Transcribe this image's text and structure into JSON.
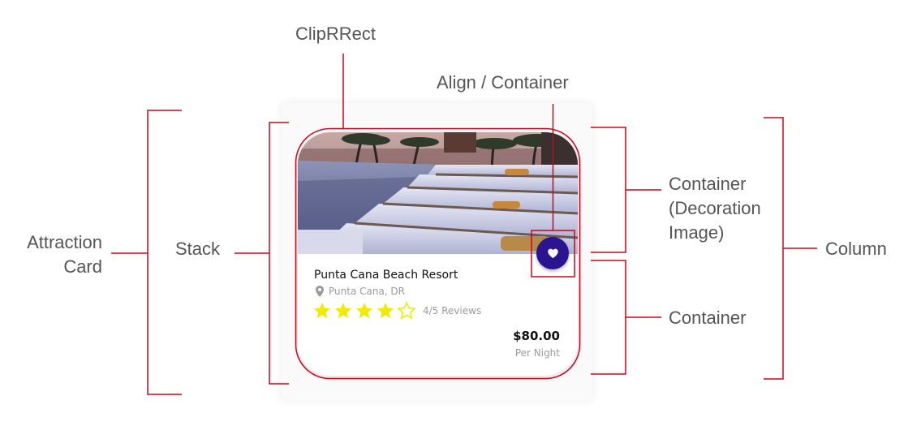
{
  "labels": {
    "cliprrect": "ClipRRect",
    "align_container": "Align / Container",
    "attraction_card_line1": "Attraction",
    "attraction_card_line2": "Card",
    "stack": "Stack",
    "decoration_line1": "Container",
    "decoration_line2": "(Decoration",
    "decoration_line3": "Image)",
    "container": "Container",
    "column": "Column"
  },
  "card": {
    "title": "Punta Cana Beach Resort",
    "location": "Punta Cana, DR",
    "rating": 4,
    "rating_max": 5,
    "reviews": "4/5 Reviews",
    "price": "$80.00",
    "price_unit": "Per Night",
    "favorite_icon": "heart-icon",
    "location_icon": "location-pin-icon",
    "photo": "resort-pool-loungers"
  },
  "colors": {
    "annotation": "#d0021b",
    "label_text": "#555555",
    "star": "#f2ea00",
    "favorite_button": "#2a1490"
  }
}
